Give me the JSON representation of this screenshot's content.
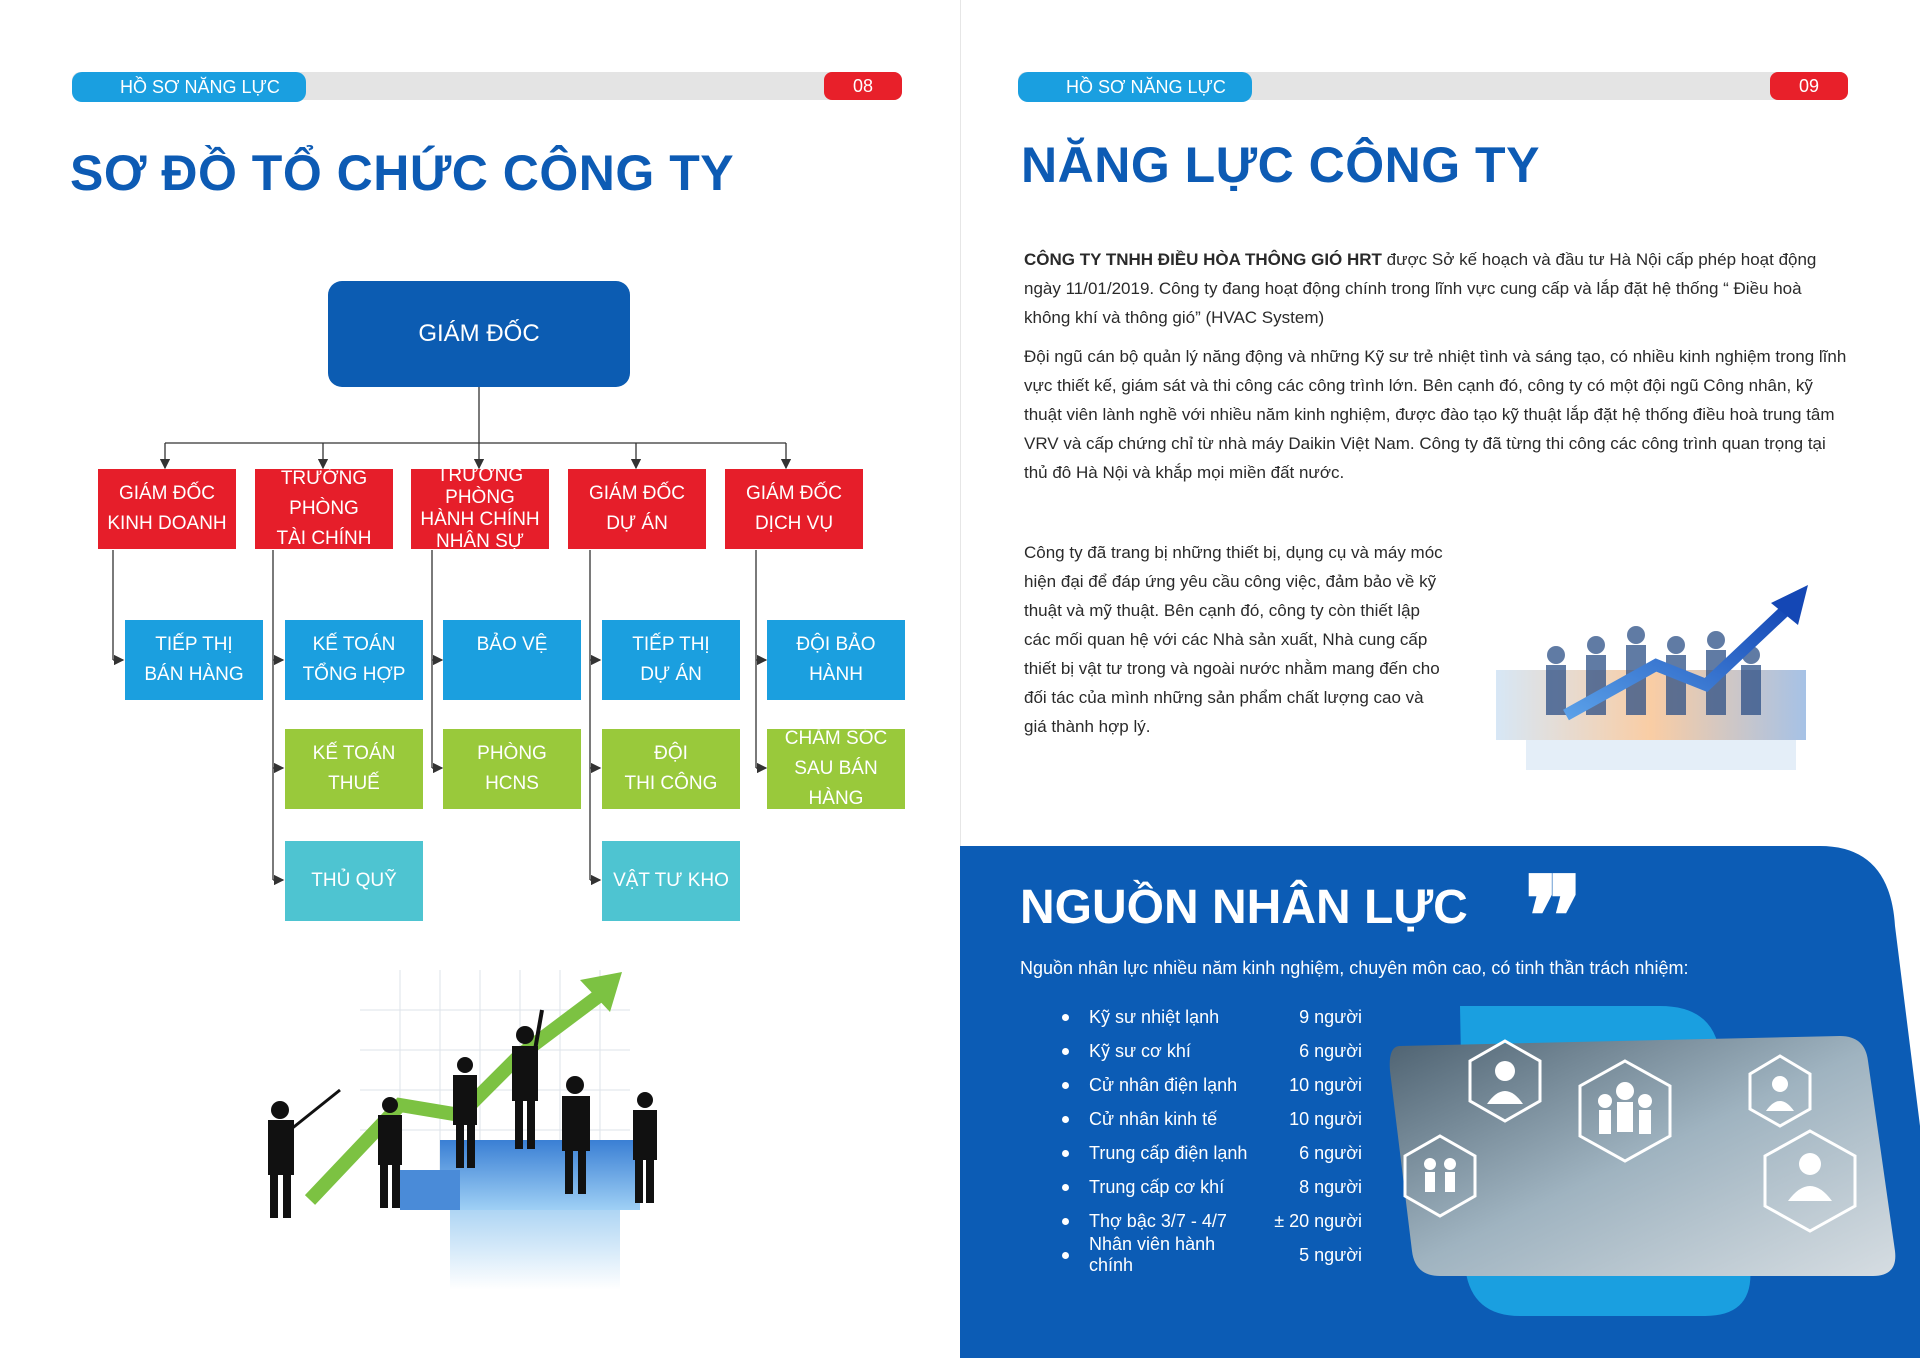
{
  "left_page": {
    "header_tag": "HỒ SƠ NĂNG LỰC",
    "page_number": "08",
    "title": "SƠ ĐỒ TỔ CHỨC CÔNG TY",
    "org": {
      "director": "GIÁM ĐỐC",
      "level1": [
        "GIÁM ĐỐC\nKINH DOANH",
        "TRƯỞNG PHÒNG\nTÀI CHÍNH",
        "TRƯỞNG PHÒNG\nHÀNH CHÍNH\nNHÂN SỰ",
        "GIÁM ĐỐC\nDỰ ÁN",
        "GIÁM ĐỐC\nDỊCH VỤ"
      ],
      "sales": [
        "TIẾP THỊ\nBÁN HÀNG"
      ],
      "finance": [
        "KẾ TOÁN\nTỔNG HỢP",
        "KẾ TOÁN\nTHUẾ",
        "THỦ QUỸ"
      ],
      "hr": [
        "BẢO VỆ",
        "PHÒNG\nHCNS"
      ],
      "project": [
        "TIẾP THỊ\nDỰ ÁN",
        "ĐỘI\nTHI CÔNG",
        "VẬT TƯ KHO"
      ],
      "service": [
        "ĐỘI BẢO HÀNH",
        "CHĂM SÓC\nSAU BÁN HÀNG"
      ]
    },
    "illustration_icon": "business-team-growth-chart-icon"
  },
  "right_page": {
    "header_tag": "HỒ SƠ NĂNG LỰC",
    "page_number": "09",
    "title": "NĂNG LỰC CÔNG TY",
    "para1_bold": "CÔNG TY TNHH ĐIỀU HÒA THÔNG GIÓ HRT",
    "para1_rest": " được Sở kế hoạch và đầu tư Hà Nội cấp phép hoạt động ngày 11/01/2019. Công ty đang hoạt động chính trong lĩnh vực cung cấp và lắp đặt hệ thống “ Điều hoà không khí và thông gió” (HVAC System)",
    "para2": "Đội ngũ cán bộ quản lý năng động và những Kỹ sư trẻ nhiệt tình và sáng tạo, có nhiều kinh nghiệm trong lĩnh  vực thiết kế, giám sát và thi công các công trình lớn. Bên cạnh đó, công ty có một đội ngũ Công nhân, kỹ thuật viên lành nghề với nhiều năm kinh nghiệm, được đào tạo kỹ thuật lắp đặt hệ thống điều hoà trung tâm VRV và cấp chứng chỉ từ nhà máy Daikin Việt Nam. Công ty đã từng thi công các công trình quan trọng tại thủ đô Hà Nội và khắp mọi miền đất nước.",
    "para3": "Công ty đã trang bị những thiết bị, dụng cụ và máy móc hiện đại để đáp ứng yêu cầu công việc, đảm bảo về kỹ thuật và mỹ thuật. Bên cạnh đó, công ty còn thiết lập các mối quan hệ với các Nhà sản xuất, Nhà cung cấp thiết bị vật tư trong và ngoài nước nhằm mang đến cho đối tác của mình những sản phẩm chất lượng cao và giá thành hợp lý.",
    "hr_section": {
      "title": "NGUỒN NHÂN LỰC",
      "subtitle": "Nguồn nhân lực nhiều năm kinh nghiệm, chuyên môn cao, có tinh thần trách nhiệm:",
      "quote_mark": "❞",
      "staff": [
        {
          "role": "Kỹ sư nhiệt lạnh",
          "count": "9 người"
        },
        {
          "role": "Kỹ sư cơ khí",
          "count": "6 người"
        },
        {
          "role": "Cử nhân điện lạnh",
          "count": "10 người"
        },
        {
          "role": "Cử nhân kinh tế",
          "count": "10 người"
        },
        {
          "role": "Trung cấp điện lạnh",
          "count": "6 người"
        },
        {
          "role": "Trung cấp cơ khí",
          "count": "8 người"
        },
        {
          "role": "Thợ bậc 3/7 - 4/7",
          "count": "± 20 người"
        },
        {
          "role": "Nhân viên hành chính",
          "count": "5 người"
        }
      ]
    }
  },
  "colors": {
    "brand_blue": "#0d5bb4",
    "tag_blue": "#1a9fe0",
    "red": "#e61e2a",
    "green": "#99c93b",
    "cyan": "#4ec4d1"
  }
}
